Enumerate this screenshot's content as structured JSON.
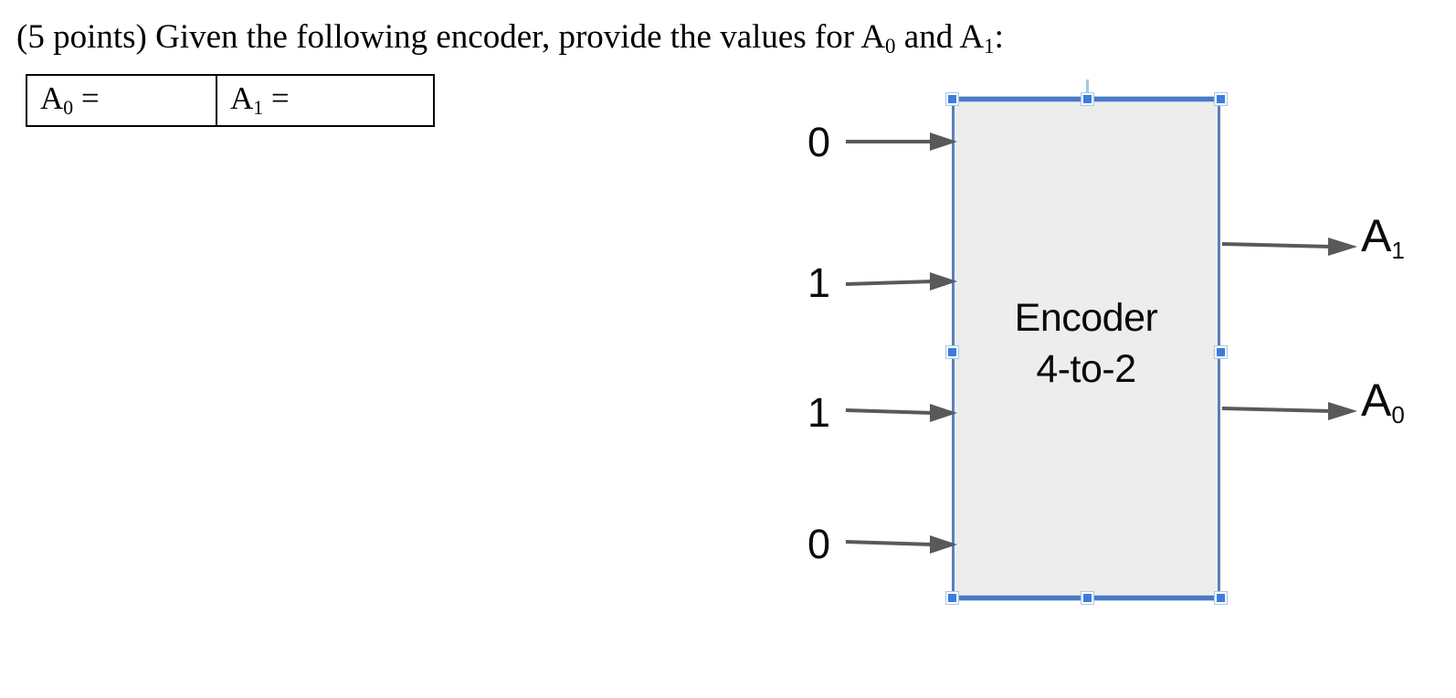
{
  "question": {
    "points_label": "(5 points)",
    "prompt_plain": "(5 points) Given the following encoder, provide the values for A0 and A1:",
    "prompt_segments": {
      "lead": "(5 points) Given the following encoder, provide the values for A",
      "sub_first": "0",
      "middle": " and A",
      "sub_second": "1",
      "tail": ":"
    }
  },
  "answer_table": {
    "cells": [
      {
        "name": "A0-answer-cell",
        "label_base": "A",
        "label_sub": "0",
        "equals": " =",
        "value": ""
      },
      {
        "name": "A1-answer-cell",
        "label_base": "A",
        "label_sub": "1",
        "equals": " =",
        "value": ""
      }
    ]
  },
  "diagram": {
    "block": {
      "title_line1": "Encoder",
      "title_line2": "4-to-2",
      "fill_color": "#ededed",
      "selected": true,
      "selection_border_color": "#4a7ac4",
      "handle_color": "#3b7ddd",
      "handle_count": 8
    },
    "inputs": [
      {
        "name": "input-0",
        "label": "0",
        "order": 1
      },
      {
        "name": "input-1",
        "label": "1",
        "order": 2
      },
      {
        "name": "input-2",
        "label": "1",
        "order": 3
      },
      {
        "name": "input-3",
        "label": "0",
        "order": 4
      }
    ],
    "outputs": [
      {
        "name": "output-A1",
        "label_base": "A",
        "label_sub": "1"
      },
      {
        "name": "output-A0",
        "label_base": "A",
        "label_sub": "0"
      }
    ],
    "arrow_color": "#595959",
    "input_values_top_to_bottom": "0,1,1,0"
  }
}
